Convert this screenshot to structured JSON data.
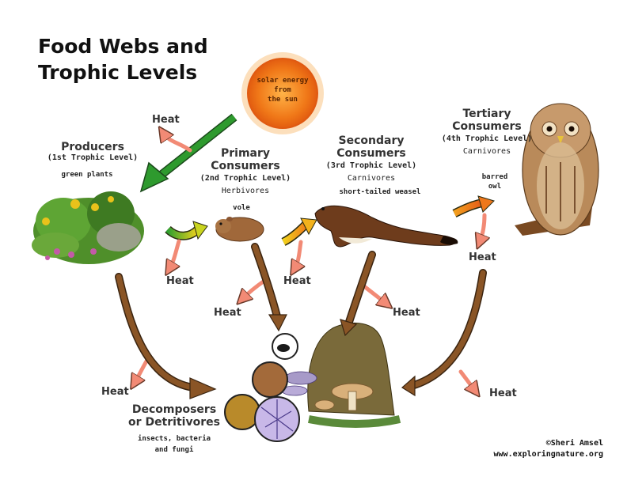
{
  "title": [
    "Food Webs and",
    "Trophic Levels"
  ],
  "sun": [
    "solar energy",
    "from",
    "the sun"
  ],
  "producers": {
    "name": "Producers",
    "level": "(1st Trophic Level)",
    "example": "green plants"
  },
  "primary": {
    "name": [
      "Primary",
      "Consumers"
    ],
    "level": "(2nd Trophic Level)",
    "role": "Herbivores",
    "example": "vole"
  },
  "secondary": {
    "name": [
      "Secondary",
      "Consumers"
    ],
    "level": "(3rd Trophic Level)",
    "role": "Carnivores",
    "example": "short-tailed weasel"
  },
  "tertiary": {
    "name": [
      "Tertiary",
      "Consumers"
    ],
    "level": "(4th Trophic Level)",
    "role": "Carnivores",
    "example": [
      "barred",
      "owl"
    ]
  },
  "decomposers": {
    "name": [
      "Decomposers",
      "or Detritivores"
    ],
    "example": [
      "insects, bacteria",
      "and fungi"
    ]
  },
  "heat_label": "Heat",
  "credit": [
    "©Sheri Amsel",
    "www.exploringnature.org"
  ],
  "colors": {
    "energy_arrow": "#1f7a1f",
    "transfer_arrow_gradient": [
      "#2fa02f",
      "#f2d21c",
      "#f07a1a"
    ],
    "heat_arrow": "#f28a75",
    "decomposition_arrow": "#8a5526",
    "sun": "#f07818"
  }
}
